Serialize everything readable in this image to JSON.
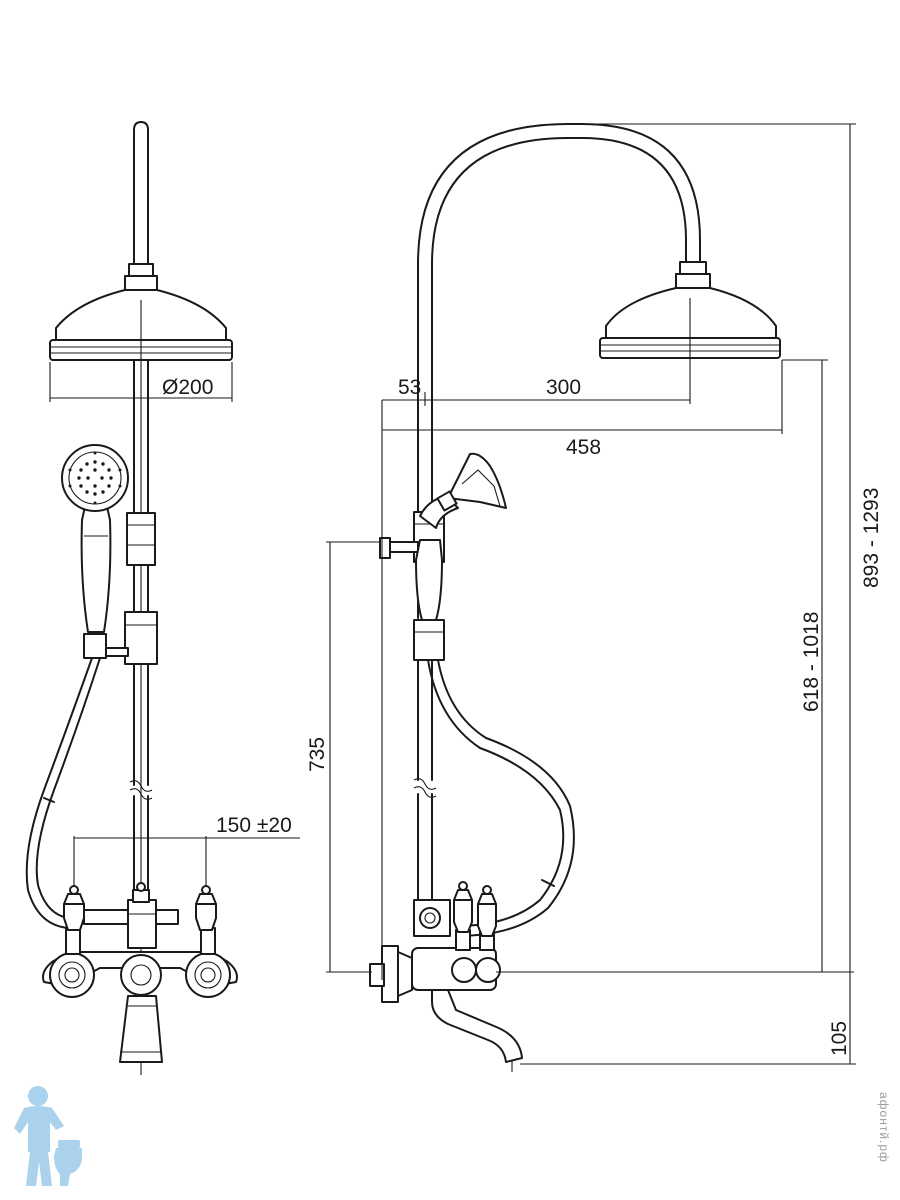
{
  "dimensions": {
    "rain_head_diameter": "Ø200",
    "wall_offset": "53",
    "arm_projection": "300",
    "total_projection": "458",
    "valve_centers": "150 ±20",
    "holder_height": "735",
    "head_height_range": "618 - 1018",
    "total_height_range": "893 - 1293",
    "spout_drop": "105"
  },
  "watermark": {
    "site_text": "афонтй.рф"
  },
  "colors": {
    "line": "#1a1a1a",
    "background": "#ffffff",
    "logo_blue": "#8ec4e8"
  }
}
